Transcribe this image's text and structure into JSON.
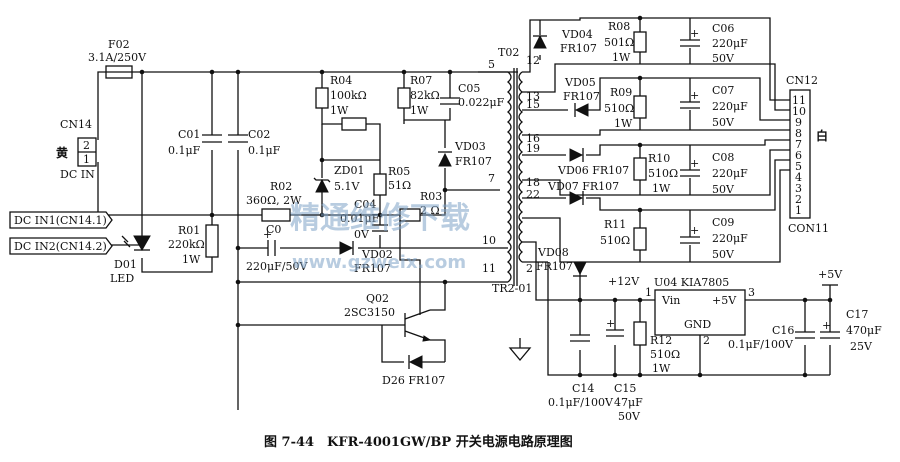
{
  "caption": "图 7-44　KFR-4001GW/BP 开关电源电路原理图",
  "input": {
    "cn14": "CN14",
    "color_yellow": "黄",
    "pin2": "2",
    "pin1": "1",
    "dcin": "DC IN",
    "f02_name": "F02",
    "f02_val": "3.1A/250V",
    "dcin1": "DC IN1(CN14.1)",
    "dcin2": "DC IN2(CN14.2)"
  },
  "parts": {
    "c01_name": "C01",
    "c01_val": "0.1μF",
    "c02_name": "C02",
    "c02_val": "0.1μF",
    "r01_name": "R01",
    "r01_val": "220kΩ",
    "r01_w": "1W",
    "d01_name": "D01",
    "d01_type": "LED",
    "r02_name": "R02",
    "r02_val": "360Ω, 2W",
    "c03_name": "C0",
    "c03_val": "220μF/50V",
    "r04_name": "R04",
    "r04_val": "100kΩ",
    "r04_w": "1W",
    "zd01_name": "ZD01",
    "zd01_val": "5.1V",
    "r05_name": "R05",
    "r05_val": "51Ω",
    "c04_name": "C04",
    "c04_val": "0.01μF",
    "c04_v": "0V",
    "vd02_name": "VD02",
    "vd02_type": "FR107",
    "r03_name": "R03",
    "r03_val": "2 Ω",
    "r07_name": "R07",
    "r07_val": "82kΩ",
    "r07_w": "1W",
    "c05_name": "C05",
    "c05_val": "0.022μF",
    "vd03_name": "VD03",
    "vd03_type": "FR107",
    "q02_name": "Q02",
    "q02_type": "2SC3150",
    "d26": "D26 FR107"
  },
  "transformer": {
    "t02": "T02",
    "tr2": "TR2-01",
    "pins": [
      "5",
      "12",
      "13",
      "15",
      "16",
      "19",
      "18",
      "22",
      "7",
      "10",
      "11",
      "2"
    ]
  },
  "secondary": {
    "vd04_name": "VD04",
    "vd04_type": "FR107",
    "r08_name": "R08",
    "r08_val": "501Ω",
    "r08_w": "1W",
    "c06_name": "C06",
    "c06_val": "220μF",
    "c06_v": "50V",
    "vd05_name": "VD05",
    "vd05_type": "FR107",
    "r09_name": "R09",
    "r09_val": "510Ω",
    "r09_w": "1W",
    "c07_name": "C07",
    "c07_val": "220μF",
    "c07_v": "50V",
    "vd06": "VD06 FR107",
    "r10_name": "R10",
    "r10_val": "510Ω",
    "r10_w": "1W",
    "c08_name": "C08",
    "c08_val": "220μF",
    "c08_v": "50V",
    "vd07": "VD07 FR107",
    "r11_name": "R11",
    "r11_val": "510Ω",
    "c09_name": "C09",
    "c09_val": "220μF",
    "c09_v": "50V",
    "vd08_name": "VD08",
    "vd08_type": "FR107"
  },
  "connector": {
    "cn12": "CN12",
    "con11": "CON11",
    "color_white": "白",
    "pins": [
      "11",
      "10",
      "9",
      "8",
      "7",
      "6",
      "5",
      "4",
      "3",
      "2",
      "1"
    ]
  },
  "regulator": {
    "v12": "+12V",
    "v5": "+5V",
    "u04": "U04 KIA7805",
    "vin": "Vin",
    "vout": "+5V",
    "gnd": "GND",
    "pin1": "1",
    "pin2": "2",
    "pin3": "3",
    "r12_name": "R12",
    "r12_val": "510Ω",
    "r12_w": "1W",
    "c14_name": "C14",
    "c14_val": "0.1μF/100V",
    "c15_name": "C15",
    "c15_val": "47μF",
    "c15_v": "50V",
    "c16_name": "C16",
    "c16_val": "0.1μF/100V",
    "c17_name": "C17",
    "c17_val": "470μF",
    "c17_v": "25V"
  },
  "watermark": {
    "cn": "精通维修下载",
    "url": "www.gzweix.com"
  }
}
